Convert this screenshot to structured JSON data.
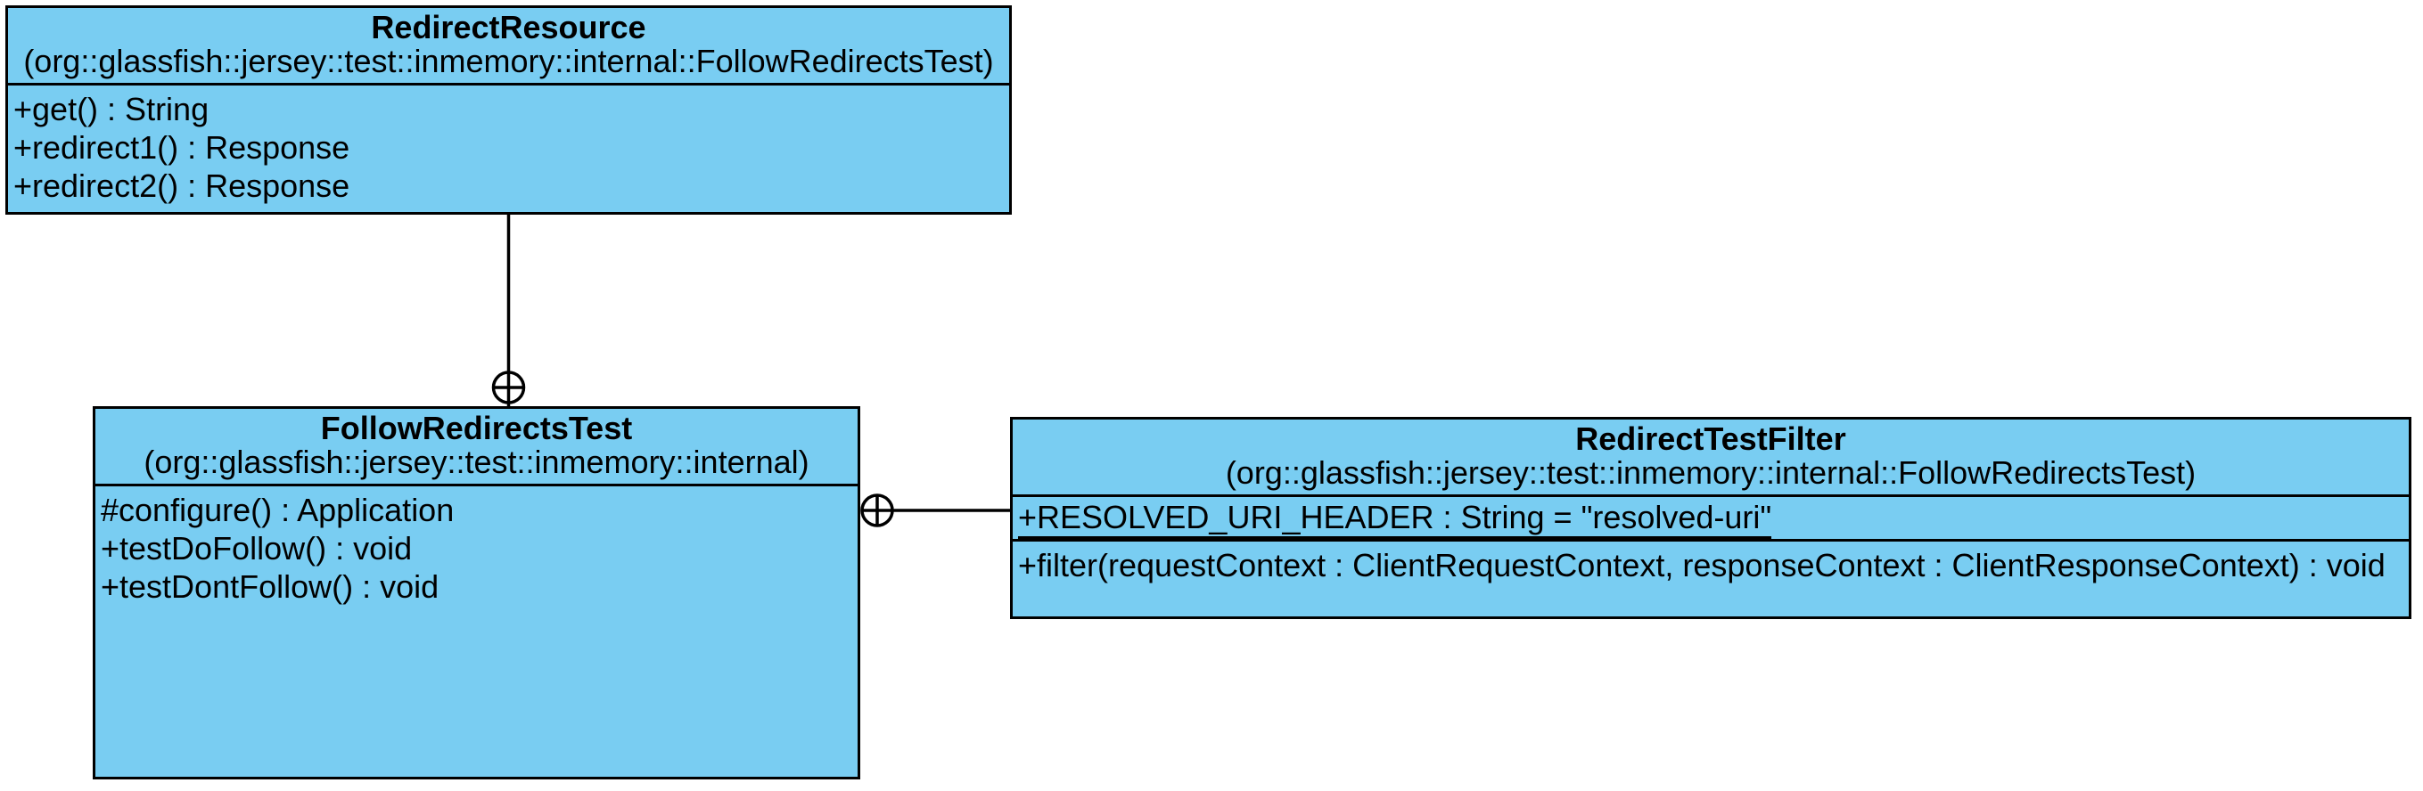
{
  "diagram": {
    "type": "uml-class-diagram",
    "background": "#FFFFFF",
    "class_fill": "#79CDF2",
    "line_color": "#000000",
    "text_color": "#000000"
  },
  "classes": [
    {
      "title": "RedirectResource",
      "package": "(org::glassfish::jersey::test::inmemory::internal::FollowRedirectsTest)",
      "attributes": [],
      "methods": [
        "+get() : String",
        "+redirect1() : Response",
        "+redirect2() : Response"
      ]
    },
    {
      "title": "FollowRedirectsTest",
      "package": "(org::glassfish::jersey::test::inmemory::internal)",
      "attributes": [],
      "methods": [
        "#configure() : Application",
        "+testDoFollow() : void",
        "+testDontFollow() : void"
      ]
    },
    {
      "title": "RedirectTestFilter",
      "package": "(org::glassfish::jersey::test::inmemory::internal::FollowRedirectsTest)",
      "attributes": [
        "+RESOLVED_URI_HEADER : String = \"resolved-uri\""
      ],
      "methods": [
        "+filter(requestContext : ClientRequestContext, responseContext : ClientResponseContext) : void"
      ]
    }
  ],
  "connectors": [
    {
      "type": "containment",
      "container": "FollowRedirectsTest",
      "contained": "RedirectResource",
      "anchor_icon": "circle-plus",
      "orientation": "vertical"
    },
    {
      "type": "containment",
      "container": "FollowRedirectsTest",
      "contained": "RedirectTestFilter",
      "anchor_icon": "circle-plus",
      "orientation": "horizontal"
    }
  ]
}
